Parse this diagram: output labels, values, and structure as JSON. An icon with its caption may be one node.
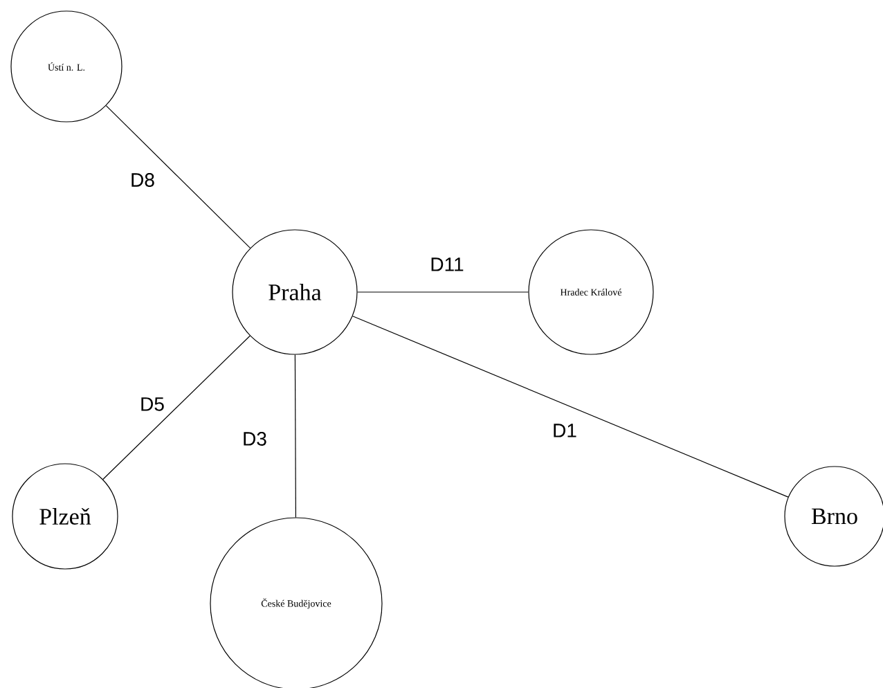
{
  "diagram": {
    "nodes": [
      {
        "text": [
          "Ústí n. L."
        ]
      },
      {
        "text": [
          "Praha"
        ]
      },
      {
        "text": [
          "Hradec Králové"
        ]
      },
      {
        "text": [
          "Plzeň"
        ]
      },
      {
        "text": [
          "České Budějovice"
        ]
      },
      {
        "text": [
          "Brno"
        ]
      }
    ],
    "edges": [
      {
        "from": 1,
        "to": 0,
        "arrow": "none",
        "label": "D8"
      },
      {
        "from": 1,
        "to": 2,
        "arrow": "none",
        "label": "D11"
      },
      {
        "from": 1,
        "to": 3,
        "arrow": "none",
        "label": "D5"
      },
      {
        "from": 1,
        "to": 4,
        "arrow": "none",
        "label": "D3"
      },
      {
        "from": 1,
        "to": 5,
        "arrow": "none",
        "label": "D1"
      }
    ]
  }
}
